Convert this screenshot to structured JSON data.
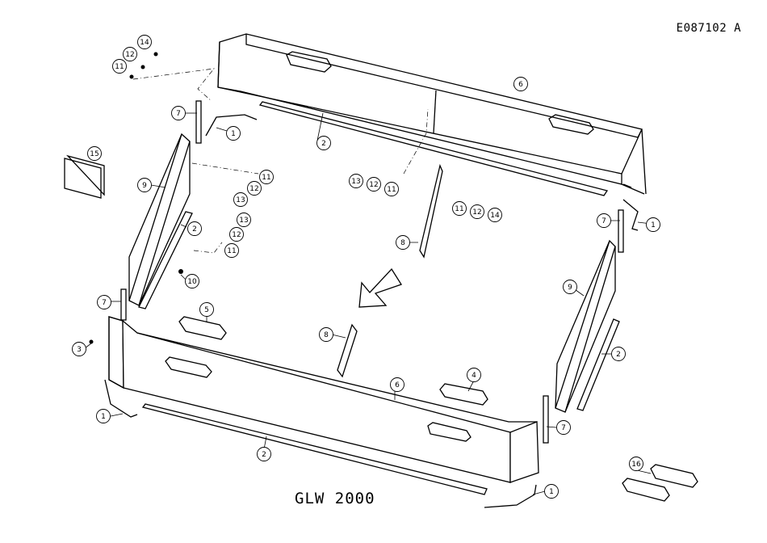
{
  "header": {
    "ref": "E087102 A"
  },
  "footer": {
    "model": "GLW 2000"
  },
  "callouts": {
    "c1": "1",
    "c2": "2",
    "c3": "3",
    "c4": "4",
    "c5": "5",
    "c6": "6",
    "c7": "7",
    "c8": "8",
    "c9": "9",
    "c10": "10",
    "c11": "11",
    "c12": "12",
    "c13": "13",
    "c14": "14",
    "c15": "15",
    "c16": "16"
  }
}
